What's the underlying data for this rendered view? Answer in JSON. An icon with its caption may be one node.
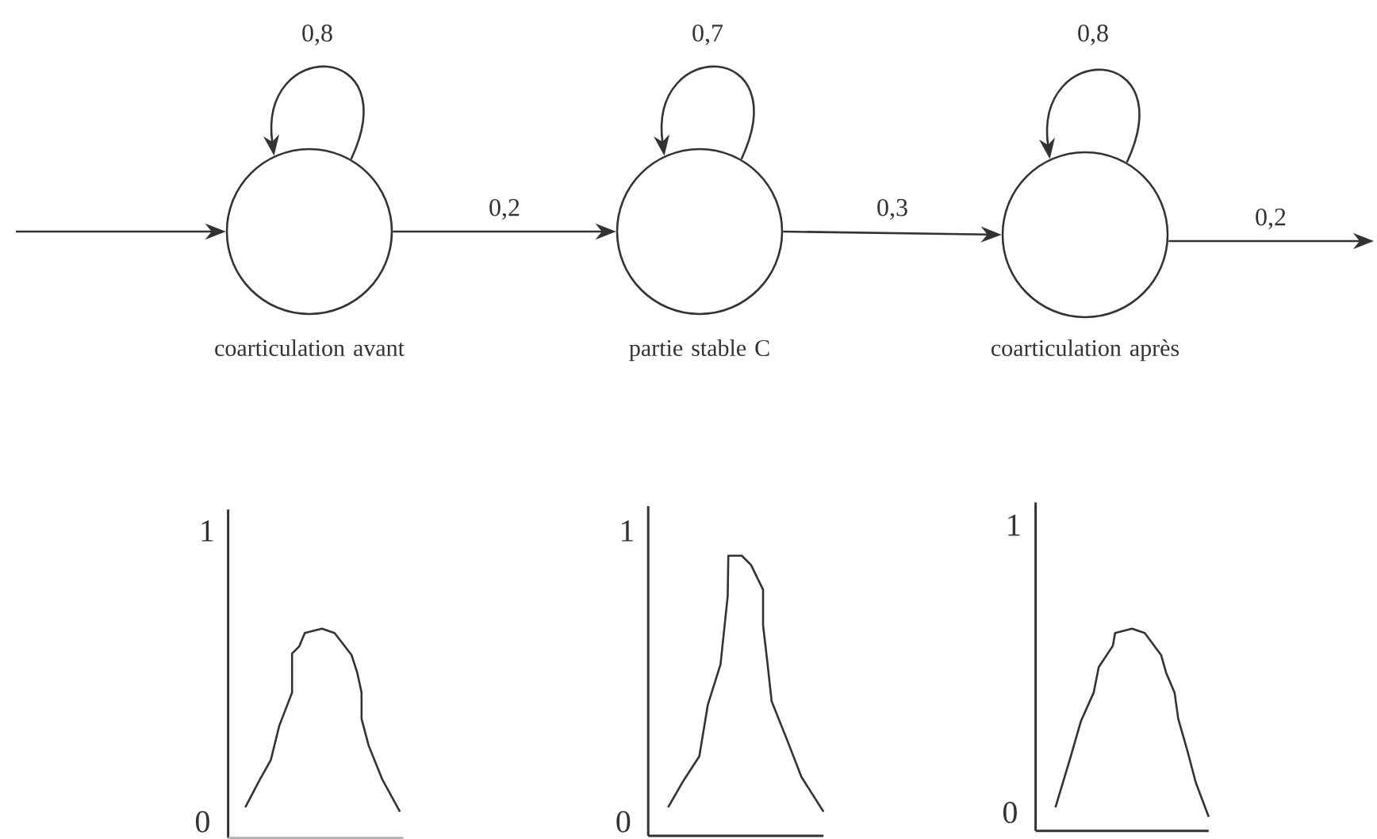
{
  "diagram": {
    "nodes": [
      {
        "text": [],
        "shape": "circle",
        "beside": [
          "coarticulation avant"
        ]
      },
      {
        "text": [],
        "shape": "circle",
        "beside": [
          "partie stable C"
        ]
      },
      {
        "text": [],
        "shape": "circle",
        "beside": [
          "coarticulation après"
        ]
      }
    ],
    "edges": [
      {
        "from": null,
        "to": 0,
        "arrow": "to"
      },
      {
        "from": 0,
        "to": 0,
        "arrow": "to",
        "label": "0,8"
      },
      {
        "from": 0,
        "to": 1,
        "arrow": "to",
        "label": "0,2"
      },
      {
        "from": 1,
        "to": 1,
        "arrow": "to",
        "label": "0,7"
      },
      {
        "from": 1,
        "to": 2,
        "arrow": "to",
        "label": "0,3"
      },
      {
        "from": 2,
        "to": 2,
        "arrow": "to",
        "label": "0,8"
      },
      {
        "from": 2,
        "to": null,
        "arrow": "to",
        "label": "0,2"
      }
    ],
    "labels": [
      "1",
      "1",
      "1",
      "0",
      "0",
      "0"
    ]
  }
}
